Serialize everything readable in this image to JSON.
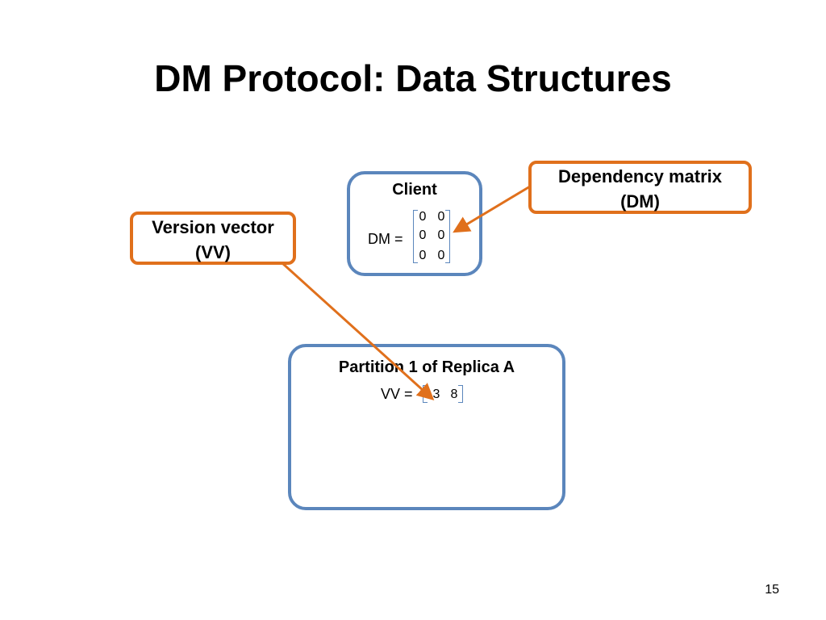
{
  "slide": {
    "title": "DM Protocol: Data Structures",
    "page_number": "15"
  },
  "client": {
    "title": "Client",
    "dm_label": "DM =",
    "matrix": [
      [
        "0",
        "0"
      ],
      [
        "0",
        "0"
      ],
      [
        "0",
        "0"
      ]
    ]
  },
  "partition": {
    "title": "Partition 1 of Replica A",
    "vv_label": "VV =",
    "vector": [
      "3",
      "8"
    ]
  },
  "callouts": {
    "version_vector": {
      "line1": "Version vector",
      "line2": "(VV)"
    },
    "dependency_matrix": {
      "line1": "Dependency matrix",
      "line2": "(DM)"
    }
  },
  "colors": {
    "box_border": "#5b86bc",
    "callout_border": "#e0701c",
    "arrow": "#e0701c"
  }
}
